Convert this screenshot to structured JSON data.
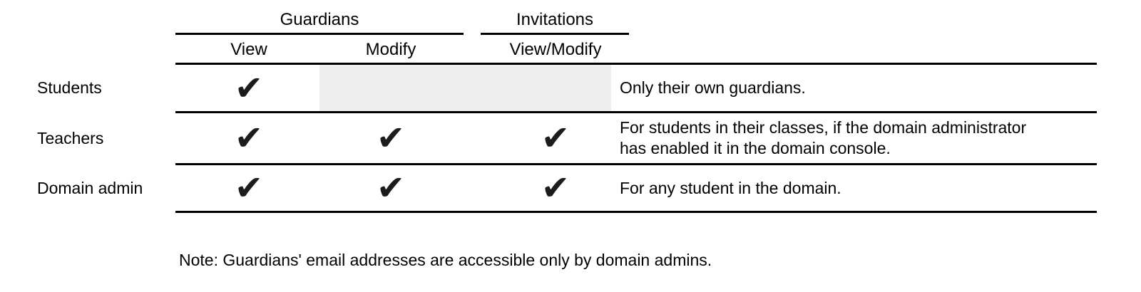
{
  "table": {
    "groups": [
      {
        "label": "Guardians"
      },
      {
        "label": "Invitations"
      }
    ],
    "columns": [
      {
        "label": "View"
      },
      {
        "label": "Modify"
      },
      {
        "label": "View/Modify"
      }
    ],
    "check_glyph": "✔",
    "check_icon_name": "heavy-check-mark-icon",
    "rows": [
      {
        "label": "Students",
        "permissions": {
          "view": true,
          "modify": false,
          "view_modify": false
        },
        "note_lines": [
          "Only their own guardians."
        ]
      },
      {
        "label": "Teachers",
        "permissions": {
          "view": true,
          "modify": true,
          "view_modify": true
        },
        "note_lines": [
          "For students in their classes, if the domain administrator",
          "has enabled it in the domain console."
        ]
      },
      {
        "label": "Domain admin",
        "permissions": {
          "view": true,
          "modify": true,
          "view_modify": true
        },
        "note_lines": [
          "For any student in the domain."
        ]
      }
    ]
  },
  "footnote": "Note: Guardians' email addresses are accessible only by domain admins.",
  "colors": {
    "text": "#000000",
    "rule": "#000000",
    "disabled_cell": "#eeeeee",
    "background": "#ffffff",
    "check": "#1c1c1c"
  }
}
